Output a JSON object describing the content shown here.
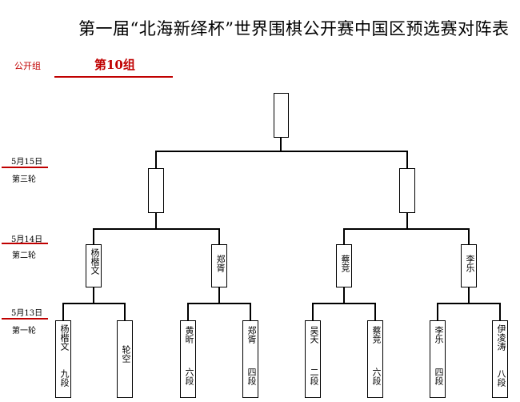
{
  "title": "第一届“北海新绎杯”世界围棋公开赛中国区预选赛对阵表",
  "group": {
    "label": "公开组",
    "name": "第10组"
  },
  "rounds": [
    {
      "date": "5月15日",
      "name": "第三轮"
    },
    {
      "date": "5月14日",
      "name": "第二轮"
    },
    {
      "date": "5月13日",
      "name": "第一轮"
    }
  ],
  "round1": [
    {
      "name": "杨楷文",
      "rank": "九段"
    },
    {
      "name": "轮空",
      "rank": ""
    },
    {
      "name": "黄昕",
      "rank": "六段"
    },
    {
      "name": "郑胥",
      "rank": "四段"
    },
    {
      "name": "吴天",
      "rank": "二段"
    },
    {
      "name": "蔡竞",
      "rank": "六段"
    },
    {
      "name": "李乐",
      "rank": "四段"
    },
    {
      "name": "伊凌涛",
      "rank": "八段"
    }
  ],
  "round2": [
    "杨楷文",
    "郑胥",
    "蔡竞",
    "李乐"
  ],
  "round3": [
    "",
    ""
  ],
  "final": [
    ""
  ]
}
